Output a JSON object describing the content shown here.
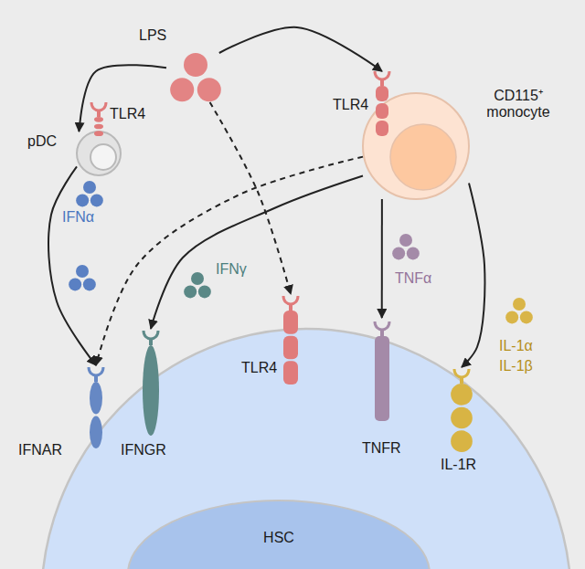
{
  "diagram": {
    "nodes": [
      {
        "text": [
          "LPS"
        ]
      },
      {
        "text": [
          "pDC"
        ]
      },
      {
        "text": [
          "TLR4"
        ]
      },
      {
        "text": [
          "CD115⁺ monocyte"
        ]
      },
      {
        "text": [
          "TLR4"
        ]
      },
      {
        "text": [
          "HSC"
        ]
      },
      {
        "text": [
          "IFNAR"
        ]
      },
      {
        "text": [
          "IFNGR"
        ]
      },
      {
        "text": [
          "TLR4"
        ]
      },
      {
        "text": [
          "TNFR"
        ]
      },
      {
        "text": [
          "IL-1R"
        ]
      }
    ],
    "edges": [
      {
        "from": 0,
        "to": 1,
        "arrow": "to"
      },
      {
        "from": 0,
        "to": 4,
        "arrow": "to"
      },
      {
        "from": 0,
        "to": 8,
        "arrow": "to"
      },
      {
        "from": 1,
        "to": 6,
        "arrow": "to"
      },
      {
        "from": 3,
        "to": 6,
        "arrow": "to"
      },
      {
        "from": 3,
        "to": 7,
        "arrow": "to"
      },
      {
        "from": 3,
        "to": 9,
        "arrow": "to"
      },
      {
        "from": 3,
        "to": 10,
        "arrow": "to"
      }
    ],
    "labels": [
      "IFNα",
      "IFNγ",
      "TNFα",
      "IL-1α",
      "IL-1β"
    ]
  }
}
